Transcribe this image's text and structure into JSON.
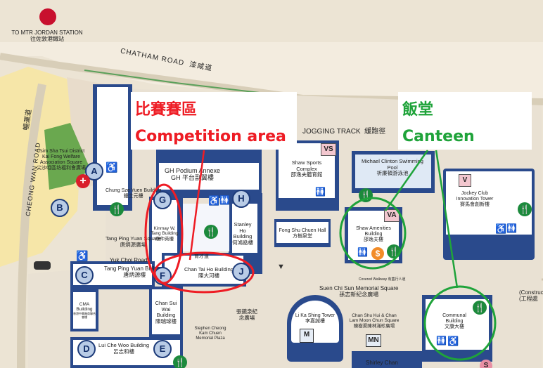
{
  "map": {
    "mtr": "TO MTR JORDAN STATION",
    "mtr_zh": "往佐敦港鐵站",
    "chatham_road": "CHATHAM ROAD",
    "chatham_road_zh": "漆咸道",
    "cheong_wan_road": "CHEONG WAN ROAD",
    "cheong_wan_road_zh": "暢運道",
    "jogging_track": "JOGGING TRACK",
    "jogging_track_zh": "緩跑徑",
    "welfare_square": "Tsim Sha Tsui District Kai Fong Welfare Association Square",
    "welfare_square_zh": "尖沙咀區坊福利會廣場",
    "chung_sze_yuen": "Chung Sze Yuen Building",
    "chung_sze_yuen_zh": "鍾士元樓",
    "gh_podium": "GH Podium Annexe",
    "gh_podium_zh": "GH 平台副翼樓",
    "shaw_sports": "Shaw Sports Complex",
    "shaw_sports_zh": "邵逸夫體育館",
    "michael_clinton": "Michael Clinton Swimming Pool",
    "michael_clinton_zh": "祈廉頓游泳池",
    "jockey_club": "Jockey Club Innovation Tower",
    "jockey_club_zh": "賽馬會創新樓",
    "kinmay": "Kinmay W. Tang Building",
    "kinmay_zh": "唐仲英樓",
    "stanley_ho": "Stanley Ho Building",
    "stanley_ho_zh": "何鴻燊樓",
    "fong_shu_chuen": "Fong Shu Chuen Hall",
    "fong_shu_chuen_zh": "方樹泉堂",
    "shaw_amenities": "Shaw Amenities Building",
    "shaw_amenities_zh": "邵逸夫樓",
    "tang_ping_yuan_sq": "Tang Ping Yuan Square",
    "tang_ping_yuan_sq_zh": "唐炳源廣場",
    "yuk_choi_road": "Yuk Choi Road",
    "yuk_choi_road_zh": "育才道",
    "tang_ping_yuan_bldg": "Tang Ping Yuan Building",
    "tang_ping_yuan_bldg_zh": "唐炳源樓",
    "chan_tai_ho": "Chan Tai Ho Building",
    "chan_tai_ho_zh": "陳大河樓",
    "suen_chi_sun": "Suen Chi Sun Memorial Square",
    "suen_chi_sun_zh": "孫志新紀念廣場",
    "covered_walkway": "Covered Walkway",
    "covered_walkway_zh": "有蓋行人道",
    "construction": "(Construction",
    "construction_zh": "(工程處",
    "cma": "CMA Building",
    "cma_zh": "香港中華廠商聯合會樓",
    "chan_sui_wai": "Chan Sui Wai Building",
    "chan_sui_wai_zh": "陳瑞球樓",
    "chong_square": "張鏡泉紀念廣場",
    "stephen_cheong": "Stephen Cheong Kam Chuen Memorial Plaza",
    "li_ka_shing": "Li Ka Shing Tower",
    "li_ka_shing_zh": "李嘉誠樓",
    "chan_shu_kui": "Chan Shu Kui & Chan Lam Moon Chun Square",
    "chan_shu_kui_zh": "陳樹渠陳林滿珍廣場",
    "communal": "Communal Building",
    "communal_zh": "文康大樓",
    "lui_che_woo": "Lui Che Woo Building",
    "lui_che_woo_zh": "呂志和樓",
    "shirley_chan": "Shirley Chan",
    "letters": [
      "A",
      "B",
      "C",
      "D",
      "E",
      "F",
      "G",
      "H",
      "J"
    ],
    "badges": {
      "vs": "VS",
      "va": "VA",
      "v": "V",
      "m": "M",
      "mn": "MN",
      "s": "S"
    },
    "colors": {
      "competition": "#ee1c24",
      "canteen": "#1fa33a",
      "building_blue": "#2a4a8c",
      "letter_fill": "#b9cce6"
    }
  },
  "annotations": {
    "competition_zh": "比賽賽區",
    "competition_en": "Competition area",
    "canteen_zh": "飯堂",
    "canteen_en": "Canteen"
  }
}
